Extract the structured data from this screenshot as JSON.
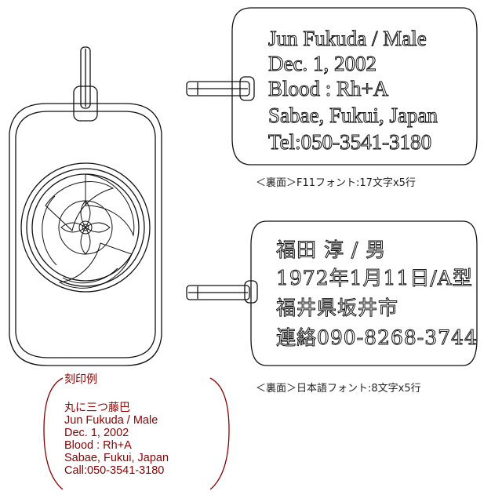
{
  "back_tag_english": {
    "lines": [
      "Jun Fukuda / Male",
      "Dec. 1, 2002",
      "Blood : Rh+A",
      "Sabae, Fukui, Japan",
      "Tel:050-3541-3180"
    ],
    "caption": "＜裏面＞F11フォント:17文字x5行"
  },
  "back_tag_japanese": {
    "lines": [
      "福田 淳 / 男",
      "1972年1月11日/A型",
      "福井県坂井市",
      "連絡090-8268-3744"
    ],
    "caption": "＜裏面＞日本語フォント:8文字x5行"
  },
  "engraving_example": {
    "title": "刻印例",
    "crest": "丸に三つ藤巴",
    "lines": [
      "Jun Fukuda / Male",
      "Dec. 1, 2002",
      "Blood : Rh+A",
      "Sabae, Fukui, Japan",
      "Call:050-3541-3180"
    ],
    "color": "#8b0000"
  }
}
